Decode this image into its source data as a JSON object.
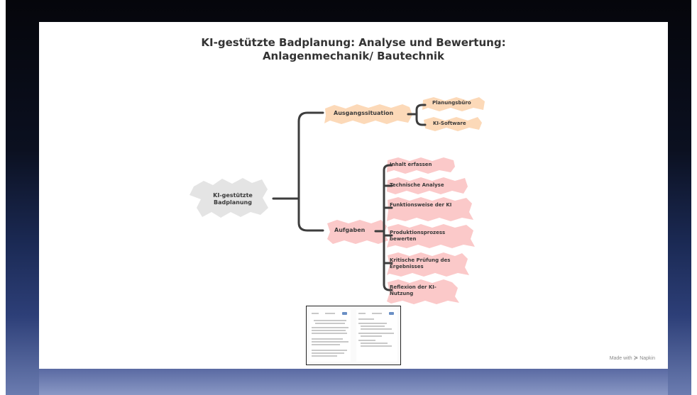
{
  "slide": {
    "title_line1": "KI-gestützte Badplanung: Analyse und Bewertung:",
    "title_line2": "Anlagenmechanik/ Bautechnik"
  },
  "mindmap": {
    "root": {
      "line1": "KI-gestützte",
      "line2": "Badplanung"
    },
    "branches": [
      {
        "label": "Ausgangssituation",
        "children": [
          "Planungsbüro",
          "KI-Software"
        ]
      },
      {
        "label": "Aufgaben",
        "children": [
          "Inhalt erfassen",
          "Technische Analyse",
          "Funktionsweise der KI",
          "Produktionsprozess bewerten",
          "Kritische Prüfung des Ergebnisses",
          "Reflexion der KI-Nutzung"
        ]
      }
    ],
    "colors": {
      "root_fill": "#e4e4e4",
      "orange_fill": "#fcd9b8",
      "pink_fill": "#fbc9c9",
      "connector": "#3d3d3d"
    }
  },
  "watermark": {
    "prefix": "Made with",
    "icon": "napkin-logo-icon",
    "brand": "Napkin"
  }
}
